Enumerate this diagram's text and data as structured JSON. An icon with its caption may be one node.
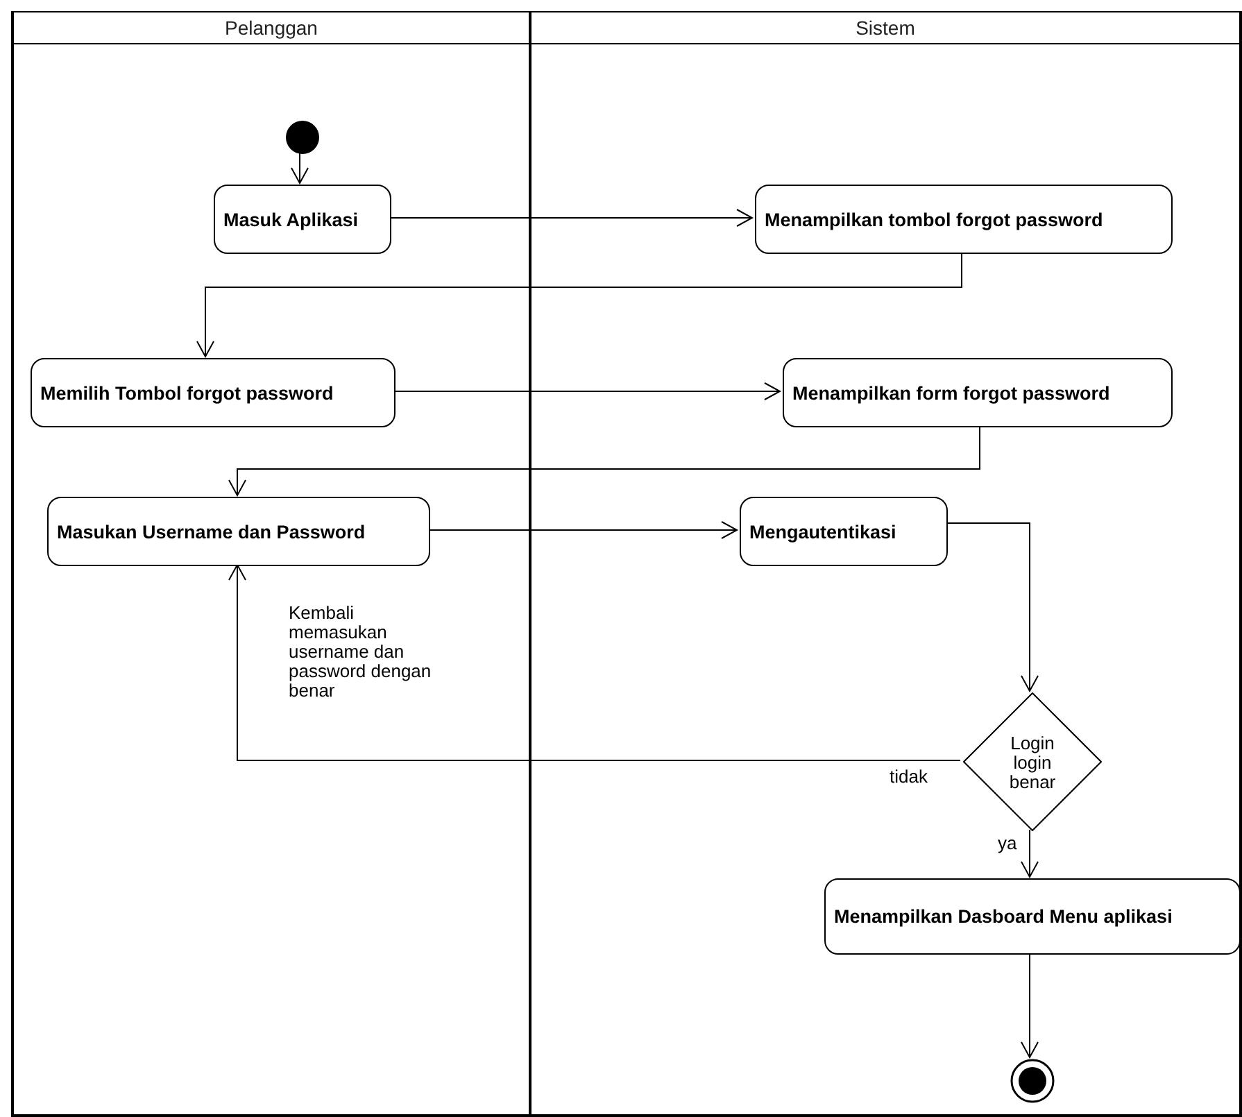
{
  "diagram": {
    "nodes": [
      {
        "text": [
          "Pelanggan"
        ]
      },
      {
        "text": [
          "Sistem"
        ]
      },
      {
        "text": [],
        "shape": "circle",
        "in": 0
      },
      {
        "text": [
          "Masuk Aplikasi"
        ],
        "in": 0
      },
      {
        "text": [
          "Menampilkan tombol forgot password"
        ],
        "in": 1
      },
      {
        "text": [
          "Memilih Tombol forgot password"
        ],
        "in": 0
      },
      {
        "text": [
          "Menampilkan form forgot password"
        ],
        "in": 1
      },
      {
        "text": [
          "Masukan Username dan Password"
        ],
        "in": 0
      },
      {
        "text": [
          "Mengautentikasi"
        ],
        "in": 1
      },
      {
        "text": [
          "Login login benar"
        ],
        "in": 1
      },
      {
        "text": [
          "Menampilkan Dasboard Menu aplikasi"
        ],
        "in": 1
      },
      {
        "text": [],
        "shape": "circle",
        "in": 1
      }
    ],
    "edges": [
      {
        "from": 2,
        "to": 3,
        "arrow": "to"
      },
      {
        "from": 3,
        "to": 4,
        "arrow": "to"
      },
      {
        "from": 4,
        "to": 5,
        "arrow": "to"
      },
      {
        "from": 5,
        "to": 6,
        "arrow": "to"
      },
      {
        "from": 6,
        "to": 7,
        "arrow": "to"
      },
      {
        "from": 7,
        "to": 8,
        "arrow": "to"
      },
      {
        "from": 8,
        "to": 9,
        "arrow": "to"
      },
      {
        "from": 9,
        "to": 7,
        "arrow": "to",
        "label": "tidak"
      },
      {
        "from": 9,
        "to": 10,
        "arrow": "to",
        "label": "ya"
      },
      {
        "from": 10,
        "to": 11,
        "arrow": "to"
      }
    ],
    "labels": [
      "Kembali memasukan username dan password dengan benar"
    ]
  }
}
